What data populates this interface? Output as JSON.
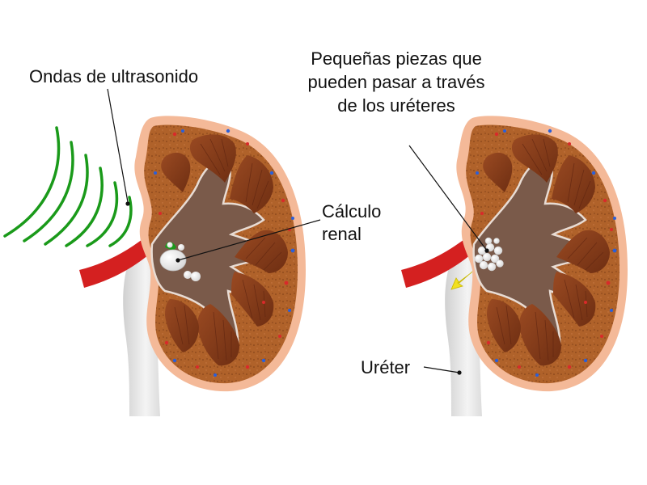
{
  "labels": {
    "ultrasound_waves": "Ondas de ultrasonido",
    "small_pieces": "Pequeñas piezas que pueden pasar a través de los uréteres",
    "kidney_stone_line1": "Cálculo",
    "kidney_stone_line2": "renal",
    "ureter": "Uréter"
  },
  "colors": {
    "cortex": "#b0622a",
    "capsule": "#f4b998",
    "pyramid": "#8a3f1d",
    "pelvis": "#7a5a4a",
    "artery": "#d42020",
    "ureter": "#e4e4e4",
    "waves": "#1a9a1a",
    "stone": "#ffffff",
    "arrow": "#f2e020",
    "vessel_dots_red": "#d92a2a",
    "vessel_dots_blue": "#2a5fd9"
  },
  "icons": {
    "waves": "ultrasound-wave-arcs",
    "arrow": "downward-arrow"
  }
}
